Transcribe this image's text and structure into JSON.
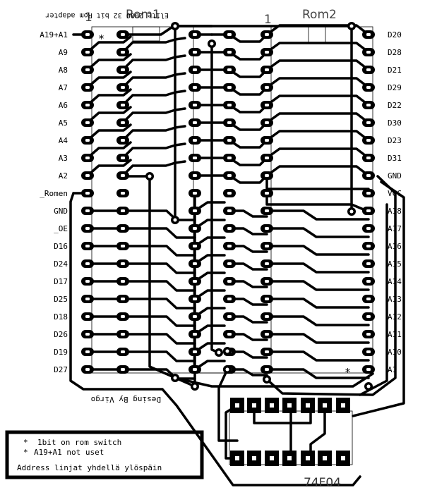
{
  "headers": {
    "rom1": "Rom1",
    "rom2": "Rom2",
    "pin1_left": "1",
    "pin1_mid": "1",
    "top_text": "Elite 2000  32 bit Rom adapter",
    "designer": "Desing By Virgo",
    "chip": "74F04"
  },
  "left_pins": [
    "A19+A1",
    "A9",
    "A8",
    "A7",
    "A6",
    "A5",
    "A4",
    "A3",
    "A2",
    "_Romen",
    "GND",
    "_OE",
    "D16",
    "D24",
    "D17",
    "D25",
    "D18",
    "D26",
    "D19",
    "D27"
  ],
  "right_pins": [
    "D20",
    "D28",
    "D21",
    "D29",
    "D22",
    "D30",
    "D23",
    "D31",
    "GND",
    "VCC",
    "A18",
    "A17",
    "A16",
    "A15",
    "A14",
    "A13",
    "A12",
    "A11",
    "A10",
    "A1"
  ],
  "notes": {
    "line1_mark": "*",
    "line1": "1bit on rom switch",
    "line2_mark": "*",
    "line2": "A19+A1 not uset",
    "line3": "Address linjat yhdellä ylöspäin"
  },
  "marks": {
    "star_top": "*",
    "star_bottom": "*"
  }
}
